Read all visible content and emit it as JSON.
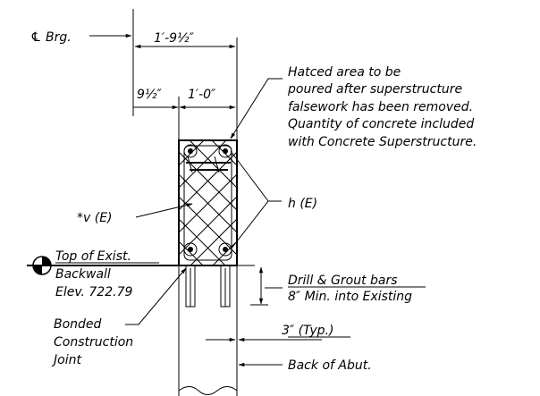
{
  "labels": {
    "centerline_bearing": "℄ Brg.",
    "dim_total": "1′-9½″",
    "dim_left": "9½″",
    "dim_right": "1′-0″",
    "note_hatched": [
      "Hatced area to be",
      "poured after superstructure",
      "falsework has been removed.",
      "Quantity of concrete included",
      "with Concrete Superstructure."
    ],
    "bar_v": "*v (E)",
    "bar_h": "h (E)",
    "top_of_exist": [
      "Top of Exist.",
      "Backwall",
      "Elev. 722.79"
    ],
    "drill_grout": [
      "Drill & Grout bars",
      "8″ Min. into Existing"
    ],
    "typ_3in": "3″ (Typ.)",
    "bonded_joint": [
      "Bonded",
      "Construction",
      "Joint"
    ],
    "back_of_abut": "Back of Abut."
  }
}
